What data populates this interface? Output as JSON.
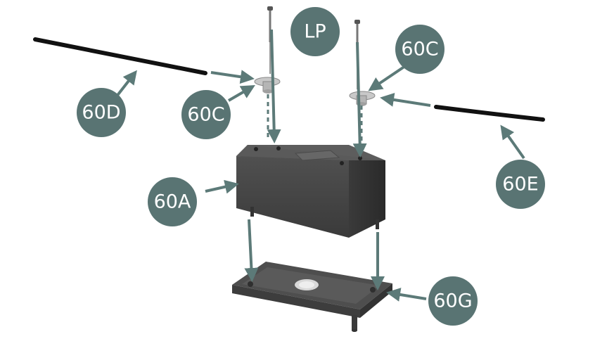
{
  "labels": {
    "lp": "LP",
    "cable_clamp_right": "60C",
    "cable_clamp_left": "60C",
    "cable_left": "60D",
    "cable_right": "60E",
    "battery": "60A",
    "battery_tray": "60G"
  },
  "colors": {
    "callout": "#597473",
    "arrow": "#5c7a78",
    "battery_front": "#464646",
    "battery_side": "#333333",
    "battery_top": "#5d5d5d",
    "tray": "#4e4e4e",
    "cable": "#111111",
    "screw": "#666666"
  }
}
